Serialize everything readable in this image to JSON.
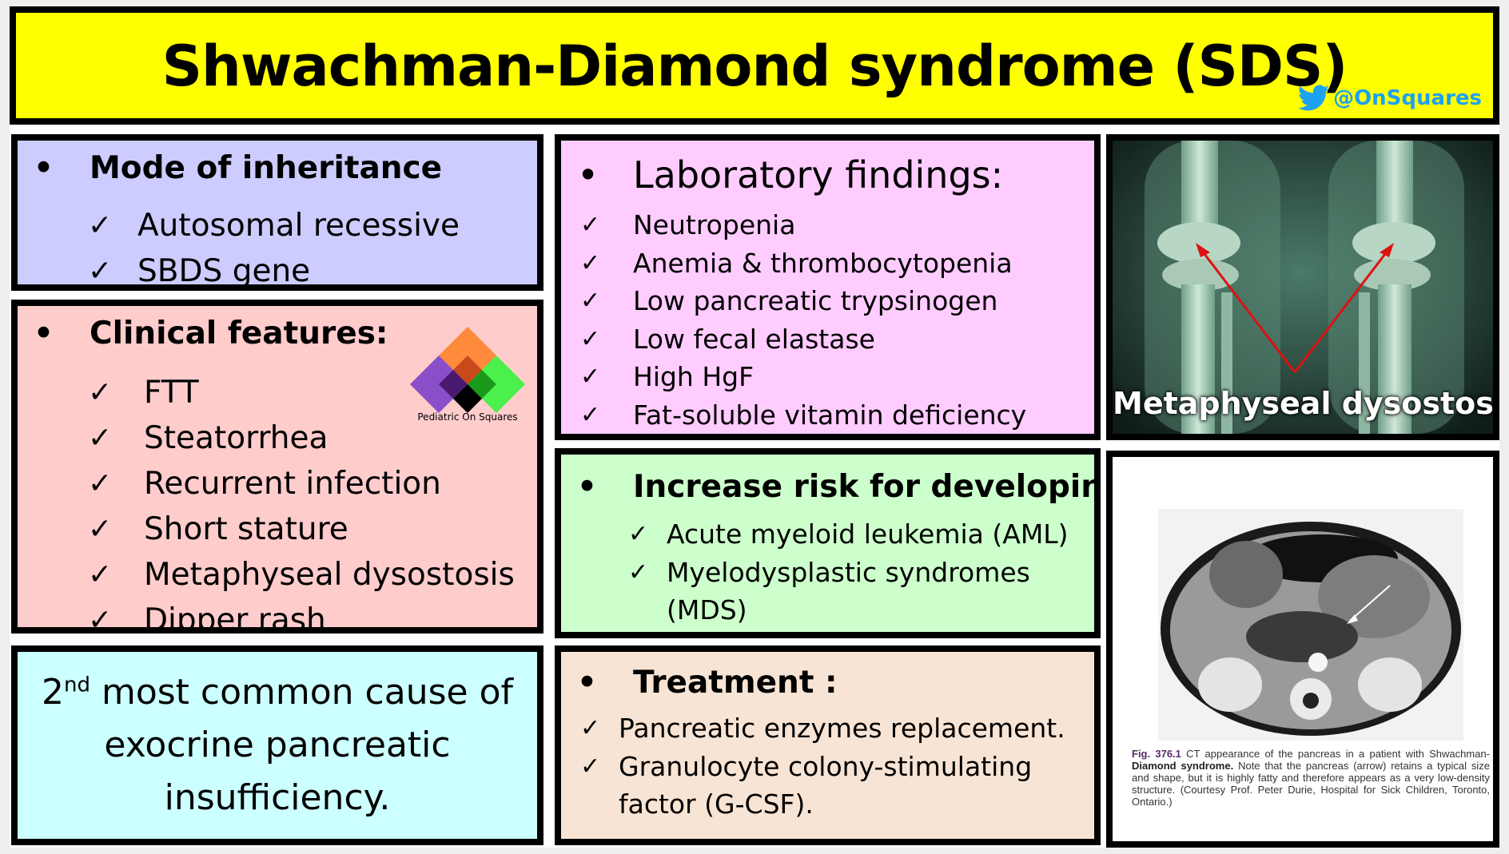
{
  "header": {
    "title": "Shwachman-Diamond syndrome (SDS)",
    "twitter_handle": "@OnSquares",
    "twitter_color": "#1da1f2"
  },
  "inheritance": {
    "bullet": "•",
    "heading": "Mode of inheritance",
    "items": [
      "Autosomal recessive",
      "SBDS gene"
    ],
    "bg_color": "#ccccff"
  },
  "clinical": {
    "bullet": "•",
    "heading": "Clinical features:",
    "items": [
      "FTT",
      "Steatorrhea",
      "Recurrent infection",
      "Short stature",
      "Metaphyseal dysostosis",
      "Dipper rash"
    ],
    "logo_caption": "Pediatric On Squares",
    "bg_color": "#ffcccc"
  },
  "cause": {
    "ordinal": "2",
    "ordinal_suffix": "nd",
    "line1_rest": " most common cause of",
    "line2": "exocrine pancreatic",
    "line3": "insufficiency.",
    "bg_color": "#ccffff"
  },
  "lab": {
    "bullet": "•",
    "heading": "Laboratory findings:",
    "items": [
      "Neutropenia",
      "Anemia & thrombocytopenia",
      "Low pancreatic trypsinogen",
      "Low fecal elastase",
      "High HgF",
      "Fat-soluble vitamin deficiency"
    ],
    "bg_color": "#ffccff"
  },
  "risk": {
    "bullet": "•",
    "heading": "Increase risk for developing :",
    "items": [
      "Acute myeloid leukemia (AML)",
      "Myelodysplastic syndromes"
    ],
    "item2_cont": "(MDS)",
    "bg_color": "#ccffcc"
  },
  "treatment": {
    "bullet": "•",
    "heading": "Treatment :",
    "items": [
      "Pancreatic enzymes replacement.",
      "Granulocyte colony-stimulating"
    ],
    "item2_cont": "factor (G-CSF).",
    "bg_color": "#f8e4d4"
  },
  "xray": {
    "label": "Metaphyseal dysostosis",
    "arrow_color": "#dd1111"
  },
  "ct": {
    "fig_number": "Fig. 376.1",
    "fig_text": " CT appearance of the pancreas in a patient with Shwachman-",
    "fig_title": "Diamond syndrome.",
    "fig_body": " Note that the pancreas (arrow) retains a typical size and shape, but it is highly fatty and therefore appears as a very low-density structure. (Courtesy Prof. Peter Durie, Hospital for Sick Children, Toronto, Ontario.)"
  },
  "check_glyph": "✓"
}
